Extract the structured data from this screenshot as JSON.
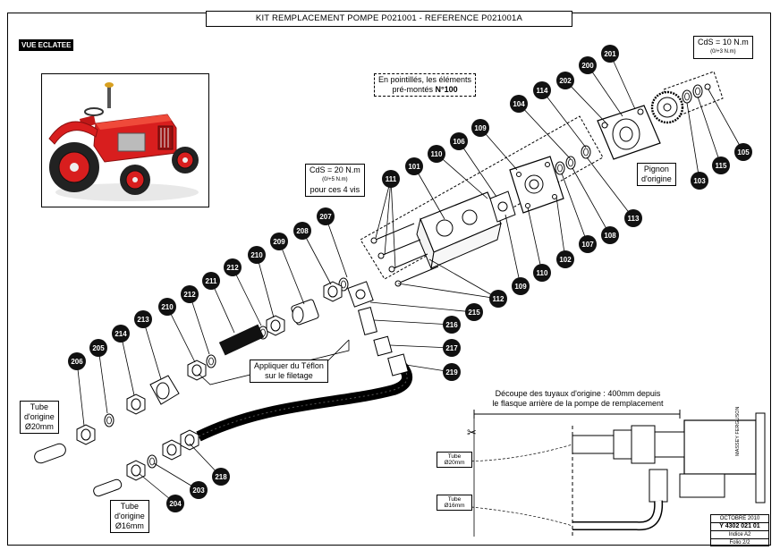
{
  "header": {
    "title": "KIT REMPLACEMENT POMPE P021001 - REFERENCE P021001A",
    "view_label": "VUE ECLATEE"
  },
  "notes": {
    "torque_10_main": "CdS = 10 N.m",
    "torque_10_tol": "(0/+3 N.m)",
    "torque_20_main": "CdS = 20 N.m",
    "torque_20_tol": "(0/+5 N.m)",
    "torque_20_scope": "pour ces 4 vis",
    "preassembled_1": "En pointillés, les éléments",
    "preassembled_2": "pré-montés ",
    "preassembled_3": "N°100",
    "pinion_1": "Pignon",
    "pinion_2": "d'origine",
    "teflon_1": "Appliquer du Téflon",
    "teflon_2": "sur le filetage",
    "tube20_1": "Tube",
    "tube20_2": "d'origine",
    "tube20_3": "Ø20mm",
    "tube16_1": "Tube",
    "tube16_2": "d'origine",
    "tube16_3": "Ø16mm",
    "cut_1": "Découpe des tuyaux d'origine : 400mm depuis",
    "cut_2": "le flasque arrière de la pompe de remplacement",
    "detail_tube20_1": "Tube",
    "detail_tube20_2": "Ø20mm",
    "detail_tube16_1": "Tube",
    "detail_tube16_2": "Ø16mm",
    "detail_brand": "MASSEY FERGUSON"
  },
  "cartouche": {
    "date": "OCTOBRE 2010",
    "ref": "Y 4302 021 01",
    "index": "Indice A2",
    "folio": "Folio 2/2"
  },
  "badges": {
    "b201": "201",
    "b200": "200",
    "b202": "202",
    "b114": "114",
    "b104": "104",
    "b109a": "109",
    "b106": "106",
    "b110a": "110",
    "b101": "101",
    "b111": "111",
    "b103": "103",
    "b115": "115",
    "b105": "105",
    "b113": "113",
    "b108": "108",
    "b107": "107",
    "b102": "102",
    "b110b": "110",
    "b109b": "109",
    "b112": "112",
    "b215": "215",
    "b207": "207",
    "b208": "208",
    "b209": "209",
    "b210a": "210",
    "b212a": "212",
    "b211": "211",
    "b212b": "212",
    "b210b": "210",
    "b213": "213",
    "b214": "214",
    "b205": "205",
    "b206": "206",
    "b216": "216",
    "b217": "217",
    "b219": "219",
    "b218": "218",
    "b203": "203",
    "b204": "204"
  },
  "colors": {
    "tractor_red": "#d81e1e",
    "ink": "#000000",
    "badge_fill": "#111111",
    "badge_text": "#ffffff"
  }
}
